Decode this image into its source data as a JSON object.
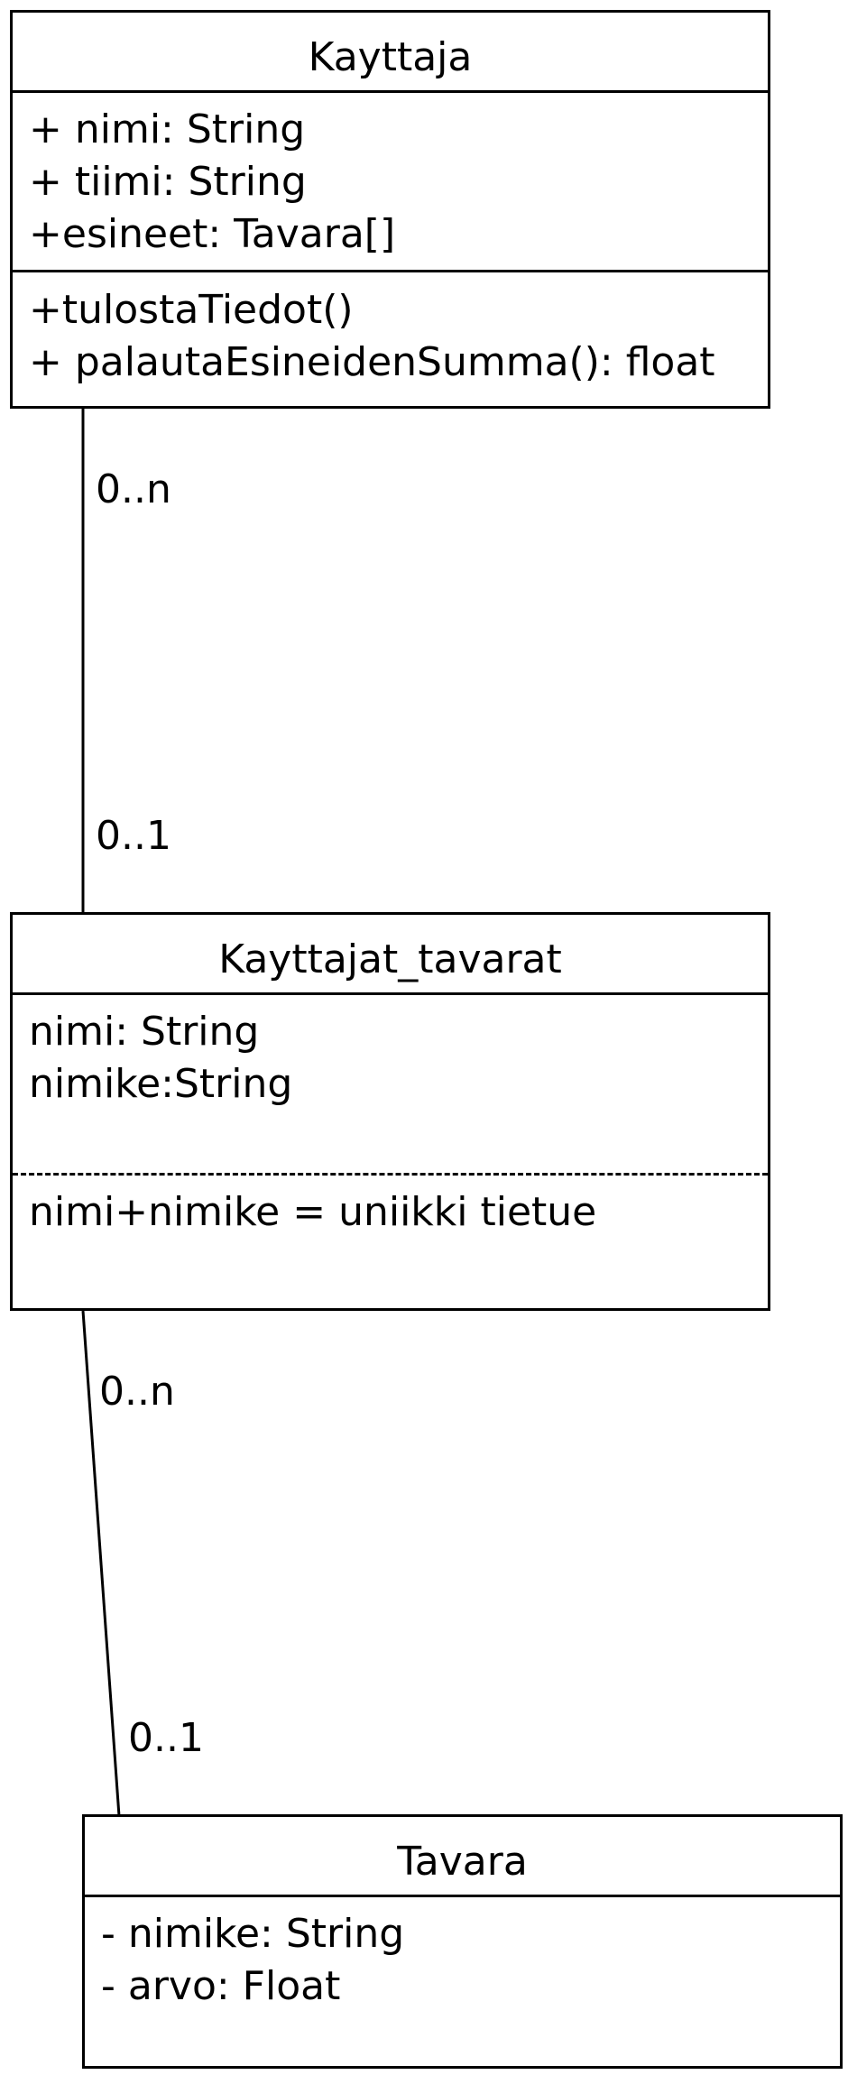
{
  "classes": {
    "kayttaja": {
      "name": "Kayttaja",
      "attributes": [
        "+ nimi: String",
        "+ tiimi: String",
        "+esineet: Tavara[]"
      ],
      "methods": [
        "+tulostaTiedot()",
        "+ palautaEsineidenSumma(): float"
      ]
    },
    "kayttajat_tavarat": {
      "name": "Kayttajat_tavarat",
      "attributes": [
        "nimi: String",
        "nimike:String"
      ],
      "constraints": [
        "nimi+nimike = uniikki tietue"
      ]
    },
    "tavara": {
      "name": "Tavara",
      "attributes": [
        "- nimike: String",
        "- arvo: Float"
      ]
    }
  },
  "associations": {
    "kayttaja_to_link": {
      "upper": "0..n",
      "lower": "0..1"
    },
    "link_to_tavara": {
      "upper": "0..n",
      "lower": "0..1"
    }
  }
}
